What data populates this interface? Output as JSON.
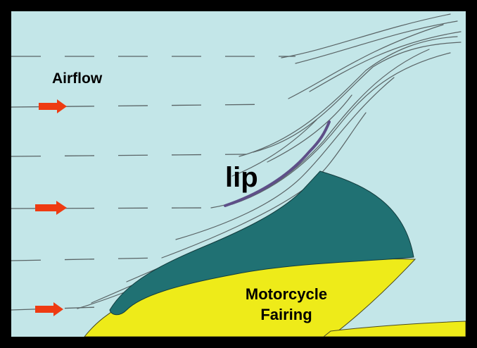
{
  "labels": {
    "airflow": "Airflow",
    "lip": "lip",
    "fairing_line1": "Motorcycle",
    "fairing_line2": "Fairing"
  },
  "colors": {
    "background": "#c3e6e8",
    "frame": "#000000",
    "fairing_dark": "#207173",
    "fairing_yellow": "#eeeb19",
    "lip": "#5e4f88",
    "arrow": "#ee3b12",
    "streamline": "#5a6466"
  },
  "icons": {
    "arrow": "right-arrow-icon"
  }
}
